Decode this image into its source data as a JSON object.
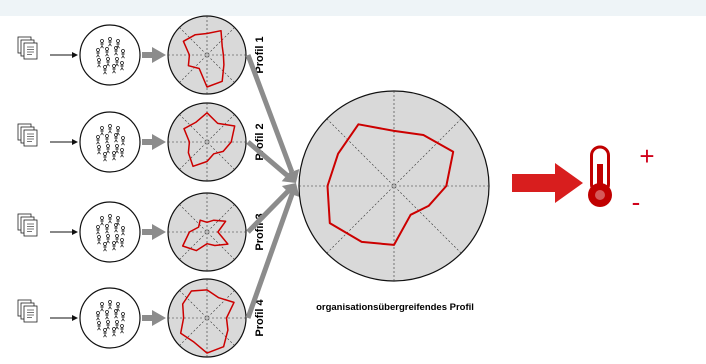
{
  "profiles": [
    {
      "label": "Profil 1",
      "radar": [
        0.55,
        0.72,
        0.45,
        0.42,
        0.5,
        0.78,
        0.82,
        0.4,
        0.55,
        0.45,
        0.7,
        0.6
      ]
    },
    {
      "label": "Profil 2",
      "radar": [
        0.75,
        0.55,
        0.82,
        0.62,
        0.48,
        0.35,
        0.5,
        0.72,
        0.55,
        0.45,
        0.68,
        0.58
      ]
    },
    {
      "label": "Profil 3",
      "radar": [
        0.25,
        0.35,
        0.55,
        0.28,
        0.62,
        0.4,
        0.3,
        0.55,
        0.72,
        0.45,
        0.25,
        0.35
      ]
    },
    {
      "label": "Profil 4",
      "radar": [
        0.72,
        0.6,
        0.8,
        0.5,
        0.62,
        0.85,
        0.9,
        0.7,
        0.78,
        0.6,
        0.72,
        0.8
      ]
    }
  ],
  "aggregate": {
    "caption": "organisationsübergreifendes Profil",
    "radar": [
      0.58,
      0.62,
      0.72,
      0.55,
      0.42,
      0.35,
      0.62,
      0.68,
      0.78,
      0.7,
      0.68,
      0.75
    ]
  },
  "climate": {
    "plus": "+",
    "minus": "-",
    "icon": "thermometer-icon"
  },
  "colors": {
    "accent": "#cc0000",
    "arrow": "#d81e1e",
    "gray_arrow": "#8c8c8c",
    "disc": "#d9d9d9",
    "top_band": "#eef4f7"
  }
}
